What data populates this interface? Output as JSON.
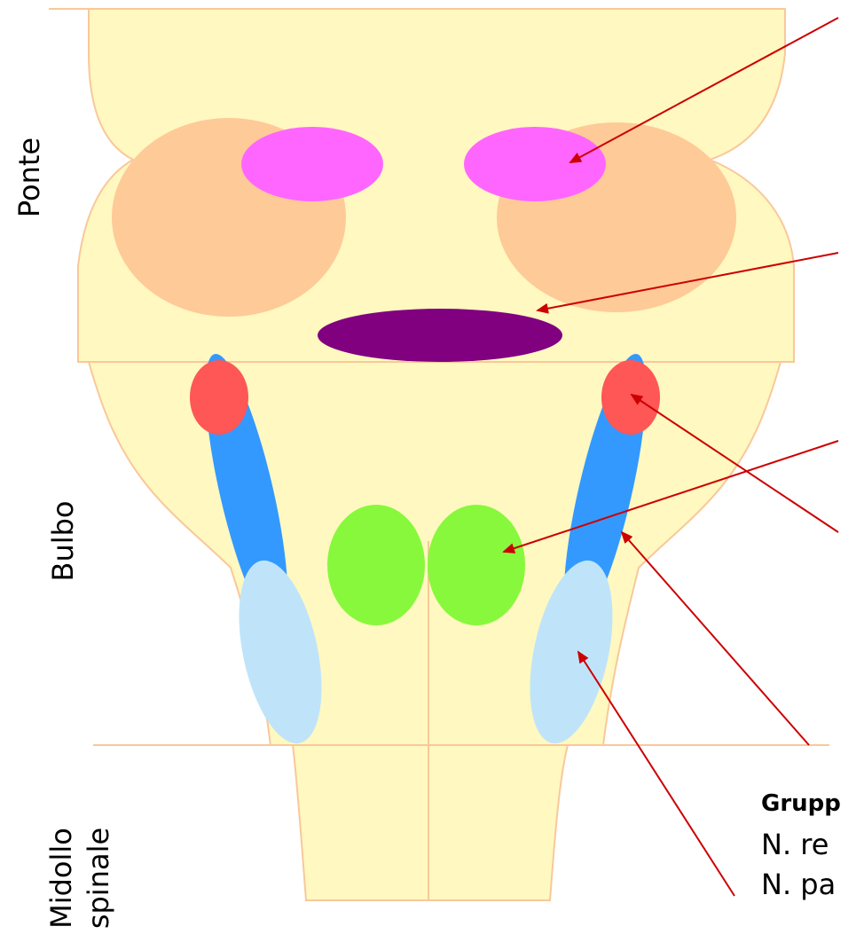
{
  "regions": {
    "pons": "Ponte",
    "medulla": "Bulbo",
    "spinal_cord_line1": "Midollo",
    "spinal_cord_line2": "spinale"
  },
  "bottom_labels": {
    "group_heading": "Grupp",
    "line1": "N. re",
    "line2": "N. pa"
  },
  "colors": {
    "brainstem_fill": "#FFF8C0",
    "brainstem_outline": "#F9C89A",
    "pons_lobes": "#FECA98",
    "pink_nuclei": "#FF66FF",
    "purple_nucleus": "#800080",
    "red_nuclei": "#FF5656",
    "blue_columns": "#3399FF",
    "light_blue_nuclei": "#BFE4FA",
    "green_nuclei": "#88F83C",
    "arrows": "#CC0000"
  }
}
